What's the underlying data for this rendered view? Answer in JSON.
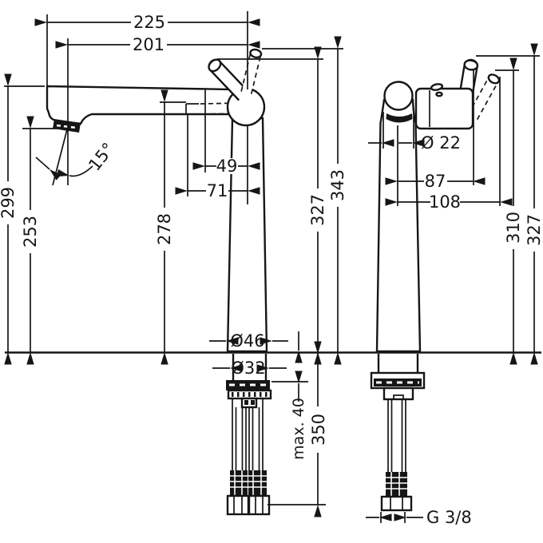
{
  "drawing": {
    "kind": "faucet installation dimension drawing",
    "background": "#ffffff",
    "line_color": "#161616"
  },
  "front_view": {
    "name": "front view",
    "dimensions": {
      "overall_width": "225",
      "spout_reach": "201",
      "spout_top_height": "299",
      "aerator_height": "253",
      "spray_angle": "15°",
      "handle_offset": "49",
      "handle_offset_max": "71",
      "outlet_height": "278",
      "handle_height": "327",
      "handle_height_max": "343",
      "base_diameter": "Ø46",
      "shank_diameter": "Ø32",
      "mounting_thickness": "max. 40",
      "hose_length": "350"
    }
  },
  "side_view": {
    "name": "side view",
    "dimensions": {
      "spout_diameter": "Ø 22",
      "handle_depth": "87",
      "handle_depth_max": "108",
      "handle_height": "310",
      "handle_height_max": "327",
      "connection_thread": "G 3/8"
    }
  }
}
